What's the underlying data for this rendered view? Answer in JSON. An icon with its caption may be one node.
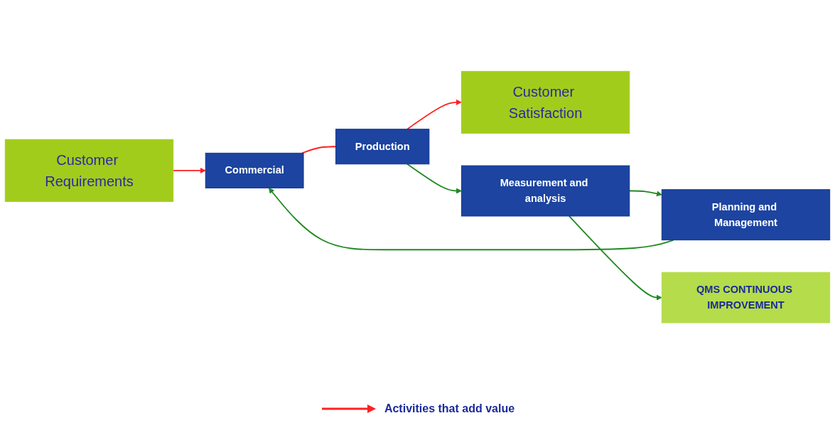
{
  "diagram": {
    "nodes": [
      {
        "text": [
          "QMS CONTINUOUS IMPROVEMENT"
        ]
      },
      {
        "text": [
          "Customer Requirements"
        ]
      },
      {
        "text": [
          "Planning and Management"
        ]
      },
      {
        "text": [
          "Measurement and analysis"
        ]
      },
      {
        "text": [
          "Commercial"
        ]
      },
      {
        "text": [
          "Production"
        ]
      },
      {
        "text": [
          "Customer Satisfaction"
        ]
      }
    ],
    "edges": [
      {
        "from": 1,
        "to": 4,
        "arrow": "to",
        "color": "#ff2020"
      },
      {
        "from": 4,
        "to": 5,
        "arrow": "none",
        "color": "#ff2020"
      },
      {
        "from": 5,
        "to": 6,
        "arrow": "to",
        "color": "#ff2020"
      },
      {
        "from": 2,
        "to": 4,
        "arrow": "to",
        "color": "#1f8a1f"
      },
      {
        "from": 5,
        "to": 3,
        "arrow": "to",
        "color": "#1f8a1f"
      },
      {
        "from": 3,
        "to": 2,
        "arrow": "to",
        "color": "#1f8a1f"
      },
      {
        "from": 3,
        "to": 0,
        "arrow": "to",
        "color": "#1f8a1f"
      }
    ],
    "legend": [
      {
        "text": "Activities that add value"
      }
    ]
  }
}
